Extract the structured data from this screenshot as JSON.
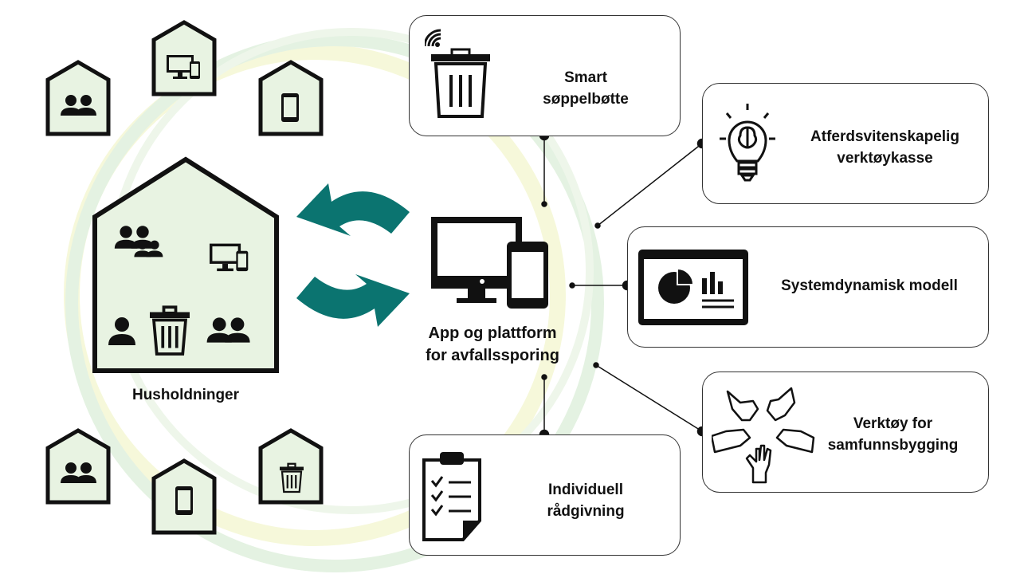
{
  "diagram": {
    "center": {
      "line1": "App og plattform",
      "line2": "for avfallssporing"
    },
    "households": {
      "label": "Husholdninger"
    },
    "cards": [
      {
        "id": "smart-bin",
        "line1": "Smart",
        "line2": "søppelbøtte",
        "icon": "smart-bin-icon"
      },
      {
        "id": "behavioral-toolkit",
        "line1": "Atferdsvitenskapelig",
        "line2": "verktøykasse",
        "icon": "lightbulb-brain-icon"
      },
      {
        "id": "system-dynamics",
        "line1": "Systemdynamisk modell",
        "line2": "",
        "icon": "dashboard-chart-icon"
      },
      {
        "id": "community-tools",
        "line1": "Verktøy for",
        "line2": "samfunnsbygging",
        "icon": "hands-icon"
      },
      {
        "id": "individual-advice",
        "line1": "Individuell",
        "line2": "rådgivning",
        "icon": "clipboard-checklist-icon"
      }
    ],
    "colors": {
      "house_fill": "#e8f3e2",
      "arrow": "#0b7470",
      "ring_green": "#e4f2e2",
      "ring_yellow": "#f6f8da",
      "line": "#111111"
    }
  }
}
